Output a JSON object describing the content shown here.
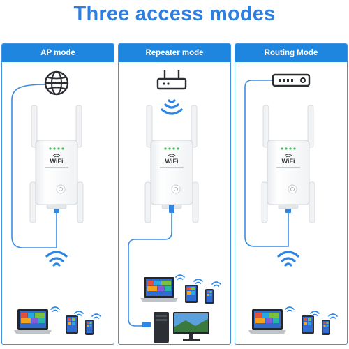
{
  "title": "Three access modes",
  "modes": [
    {
      "label": "AP mode",
      "icon": "globe-icon"
    },
    {
      "label": "Repeater mode",
      "icon": "router-icon"
    },
    {
      "label": "Routing Mode",
      "icon": "modem-icon"
    }
  ],
  "device_label": "WiFi",
  "colors": {
    "accent": "#1f86e0",
    "title": "#2f7fe0",
    "cable": "#3a8ee6"
  }
}
